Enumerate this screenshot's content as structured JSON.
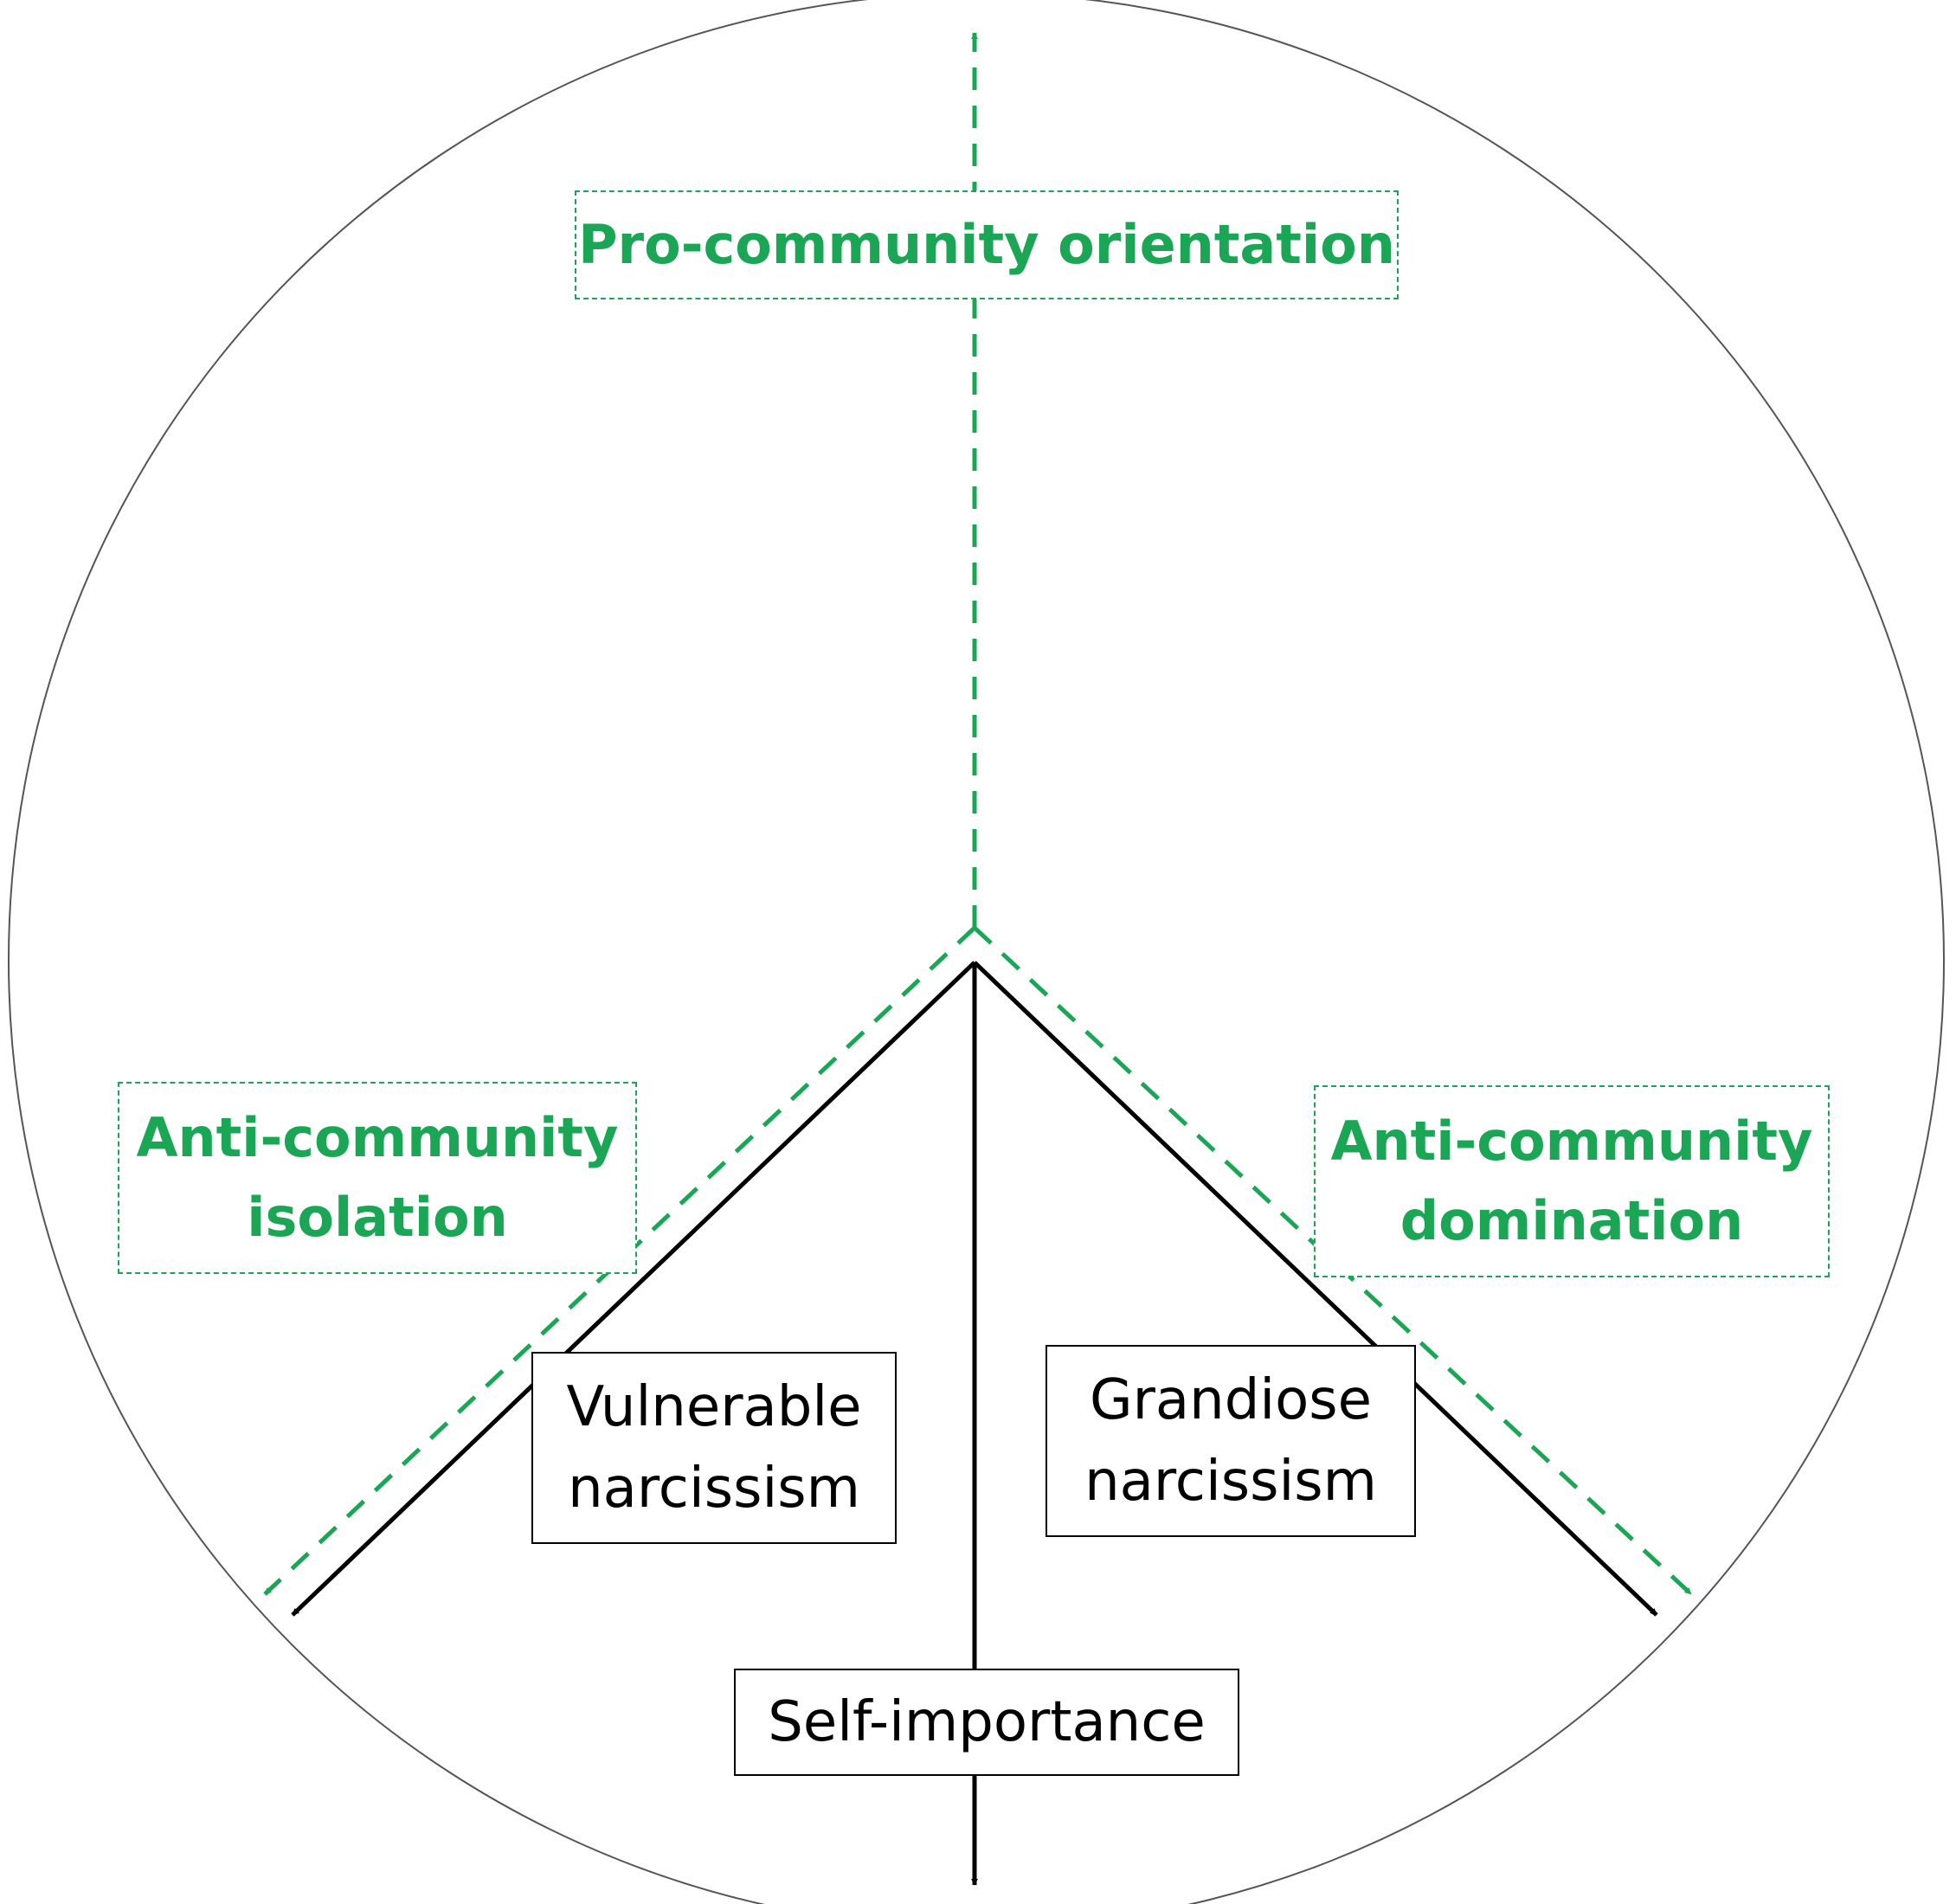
{
  "labels": {
    "pro_community": "Pro-community orientation",
    "anti_isolation": [
      "Anti-community",
      "isolation"
    ],
    "anti_domination": [
      "Anti-community",
      "domination"
    ],
    "vulnerable": [
      "Vulnerable",
      "narcissism"
    ],
    "grandiose": [
      "Grandiose",
      "narcissism"
    ],
    "self_importance": "Self-importance"
  },
  "colors": {
    "accent_green": "#1aa654",
    "axis_black": "#000000",
    "circle_gray": "#555555"
  }
}
